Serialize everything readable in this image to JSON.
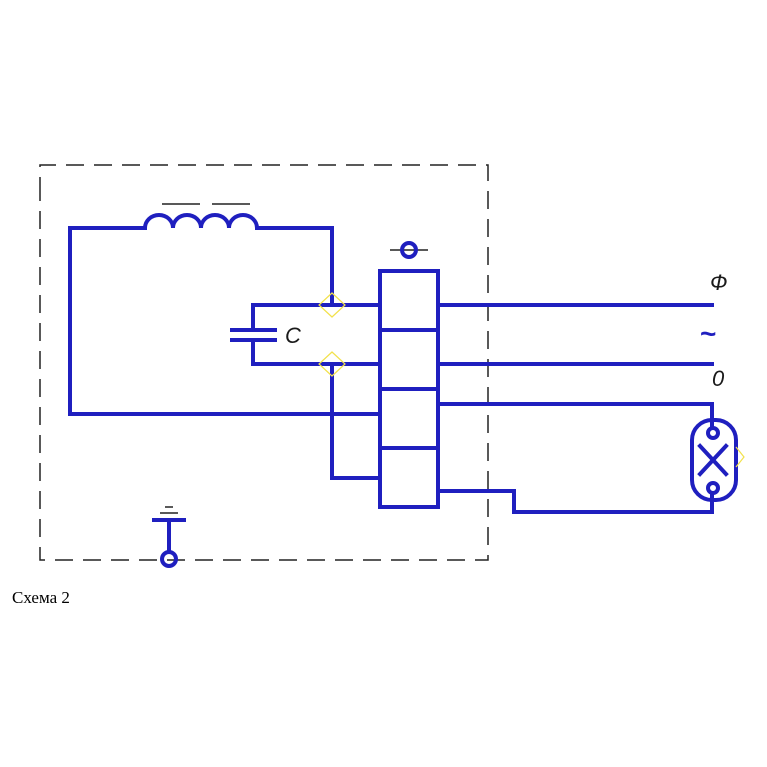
{
  "labels": {
    "capacitor": "C",
    "phase": "Ф",
    "ac": "~",
    "zero": "0"
  },
  "caption": "Схема 2",
  "colors": {
    "wire": "#1f1fbf",
    "frame": "#222222",
    "marker": "#f2e14a"
  }
}
